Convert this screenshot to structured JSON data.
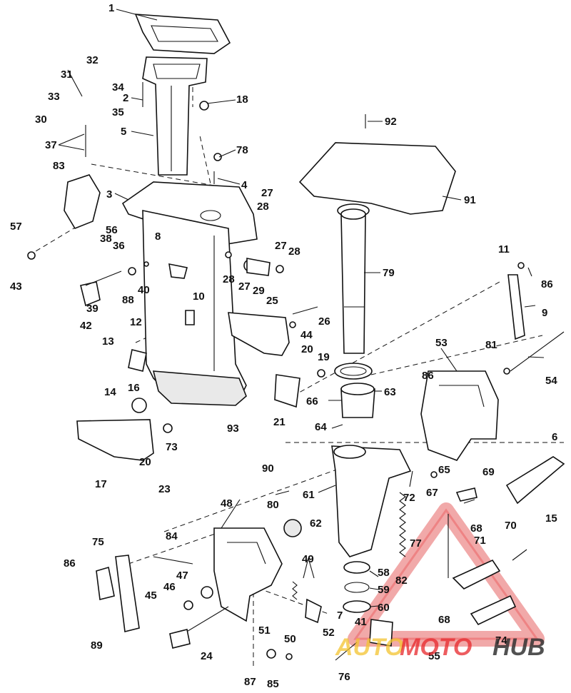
{
  "diagram": {
    "part_labels": [
      "1",
      "2",
      "3",
      "4",
      "5",
      "6",
      "7",
      "8",
      "9",
      "10",
      "11",
      "12",
      "13",
      "14",
      "15",
      "16",
      "17",
      "18",
      "19",
      "20",
      "20",
      "21",
      "23",
      "24",
      "25",
      "26",
      "27",
      "27",
      "28",
      "28",
      "29",
      "30",
      "31",
      "32",
      "33",
      "34",
      "35",
      "36",
      "37",
      "38",
      "39",
      "40",
      "41",
      "42",
      "43",
      "44",
      "45",
      "46",
      "47",
      "48",
      "49",
      "50",
      "51",
      "52",
      "53",
      "54",
      "55",
      "56",
      "57",
      "58",
      "59",
      "60",
      "61",
      "62",
      "63",
      "64",
      "65",
      "66",
      "67",
      "68",
      "68",
      "69",
      "70",
      "71",
      "72",
      "73",
      "74",
      "75",
      "76",
      "77",
      "78",
      "79",
      "80",
      "81",
      "82",
      "84",
      "83",
      "85",
      "86",
      "86",
      "86",
      "87",
      "88",
      "89",
      "90",
      "91",
      "92",
      "93"
    ]
  },
  "watermark": {
    "text_colored": "AUTO",
    "text_mid": "MOTO",
    "text_dark": "HUB",
    "accent_color": "#e8272b",
    "highlight_color": "#f4c430",
    "dark_color": "#333333"
  }
}
